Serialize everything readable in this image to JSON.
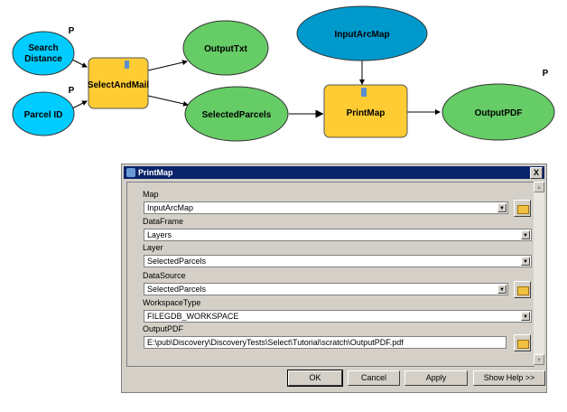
{
  "diagram": {
    "nodes": {
      "search_distance": [
        "Search",
        "Distance"
      ],
      "parcel_id": "Parcel ID",
      "select_and_mail": "SelectAndMail",
      "output_txt": "OutputTxt",
      "selected_parcels": "SelectedParcels",
      "input_arc_map": "InputArcMap",
      "print_map": "PrintMap",
      "output_pdf": "OutputPDF"
    },
    "parameter_marker": "P",
    "colors": {
      "input": "#00ccff",
      "process": "#ffcc33",
      "output": "#66cc66",
      "input_map": "#0099cc"
    }
  },
  "dialog": {
    "title": "PrintMap",
    "close": "X",
    "fields": [
      {
        "label": "Map",
        "value": "InputArcMap"
      },
      {
        "label": "DataFrame",
        "value": "Layers"
      },
      {
        "label": "Layer",
        "value": "SelectedParcels"
      },
      {
        "label": "DataSource",
        "value": "SelectedParcels"
      },
      {
        "label": "WorkspaceType",
        "value": "FILEGDB_WORKSPACE"
      },
      {
        "label": "OutputPDF",
        "value": "E:\\pub\\Discovery\\DiscoveryTests\\Select\\Tutorial\\scratch\\OutputPDF.pdf"
      }
    ],
    "buttons": {
      "ok": "OK",
      "cancel": "Cancel",
      "apply": "Apply",
      "help": "Show Help >>"
    }
  }
}
